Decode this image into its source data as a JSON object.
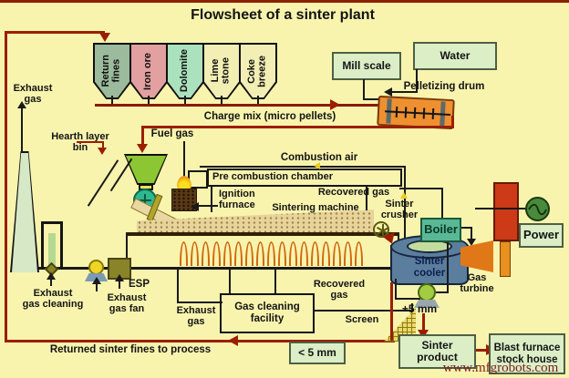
{
  "title": "Flowsheet of a sinter plant",
  "hoppers": [
    {
      "label": "Return\nfines",
      "color": "#9cba9c"
    },
    {
      "label": "Iron ore",
      "color": "#e2a0a0"
    },
    {
      "label": "Dolomite",
      "color": "#abe2bd"
    },
    {
      "label": "Lime\nstone",
      "color": "#f2eeb4"
    },
    {
      "label": "Coke\nbreeze",
      "color": "#f2eeb4"
    }
  ],
  "boxes": {
    "mill_scale": "Mill scale",
    "water": "Water",
    "boiler": "Boiler",
    "power": "Power",
    "gas_cleaning_facility": "Gas cleaning\nfacility",
    "less_5mm": "< 5 mm",
    "sinter_product": "Sinter product",
    "blast_furnace": "Blast furnace\nstock house"
  },
  "labels": {
    "exhaust_gas_top": "Exhaust\ngas",
    "hearth_layer_bin": "Hearth layer\nbin",
    "fuel_gas": "Fuel gas",
    "charge_mix": "Charge mix (micro pellets)",
    "pelletizing_drum": "Pelletizing drum",
    "combustion_air": "Combustion air",
    "pre_combustion_chamber": "Pre combustion chamber",
    "recovered_gas_upper": "Recovered gas",
    "ignition_furnace": "Ignition\nfurnace",
    "sintering_machine": "Sintering machine",
    "sinter_crusher": "Sinter\ncrusher",
    "sinter_cooler": "Sinter\ncooler",
    "gas_turbine": "Gas\nturbine",
    "esp": "ESP",
    "exhaust_gas_cleaning": "Exhaust\ngas cleaning",
    "exhaust_gas_fan": "Exhaust\ngas fan",
    "exhaust_gas_bottom": "Exhaust\ngas",
    "recovered_gas_lower": "Recovered\ngas",
    "screen": "Screen",
    "plus_5mm": "+5 mm",
    "returned_fines": "Returned sinter fines to process"
  },
  "watermark": "www.mfgrobots.com",
  "colors": {
    "background": "#f8f4ae",
    "pipe_red": "#9b1e00",
    "line_black": "#1a1a1a",
    "green_box_fill": "#dbeec6",
    "boiler_fill": "#5ab896",
    "cooler_fill": "#5b7d9e",
    "drum_fill": "#ef9030",
    "flame_stroke": "#d06810",
    "turbine_fill": "#e07818",
    "generator_fill": "#4a8a3c",
    "stack_fill": "#cc3a18",
    "feed_hopper_fill": "#8cc632",
    "feeder_fill": "#2eb890",
    "chimney_fill": "#d6e8c6",
    "esp_fill": "#8a8428"
  }
}
